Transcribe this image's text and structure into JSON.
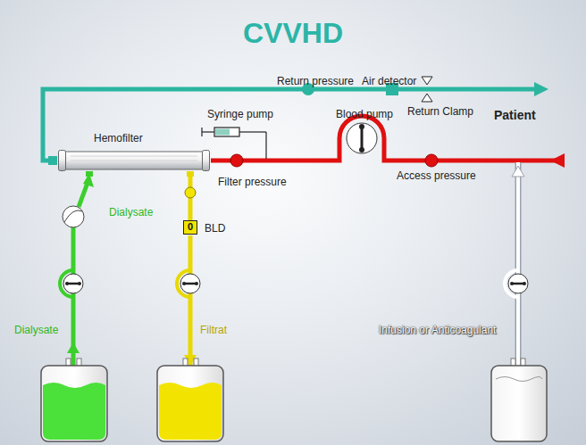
{
  "diagram": {
    "title": "CVVHD",
    "nodes": [
      {
        "text": [
          "Hemofilter"
        ]
      },
      {
        "text": [
          "0",
          "BLD"
        ]
      }
    ],
    "edges": [
      {
        "from": 0,
        "to": 1,
        "arrow": "none"
      }
    ],
    "labels": [
      "Return pressure",
      "Air detector",
      "Return Clamp",
      "Patient",
      "Syringe pump",
      "Blood pump",
      "Filter pressure",
      "Access pressure",
      "Dialysate",
      "Dialysate",
      "Filtrat",
      "Infusion or Anticoagulant"
    ]
  }
}
